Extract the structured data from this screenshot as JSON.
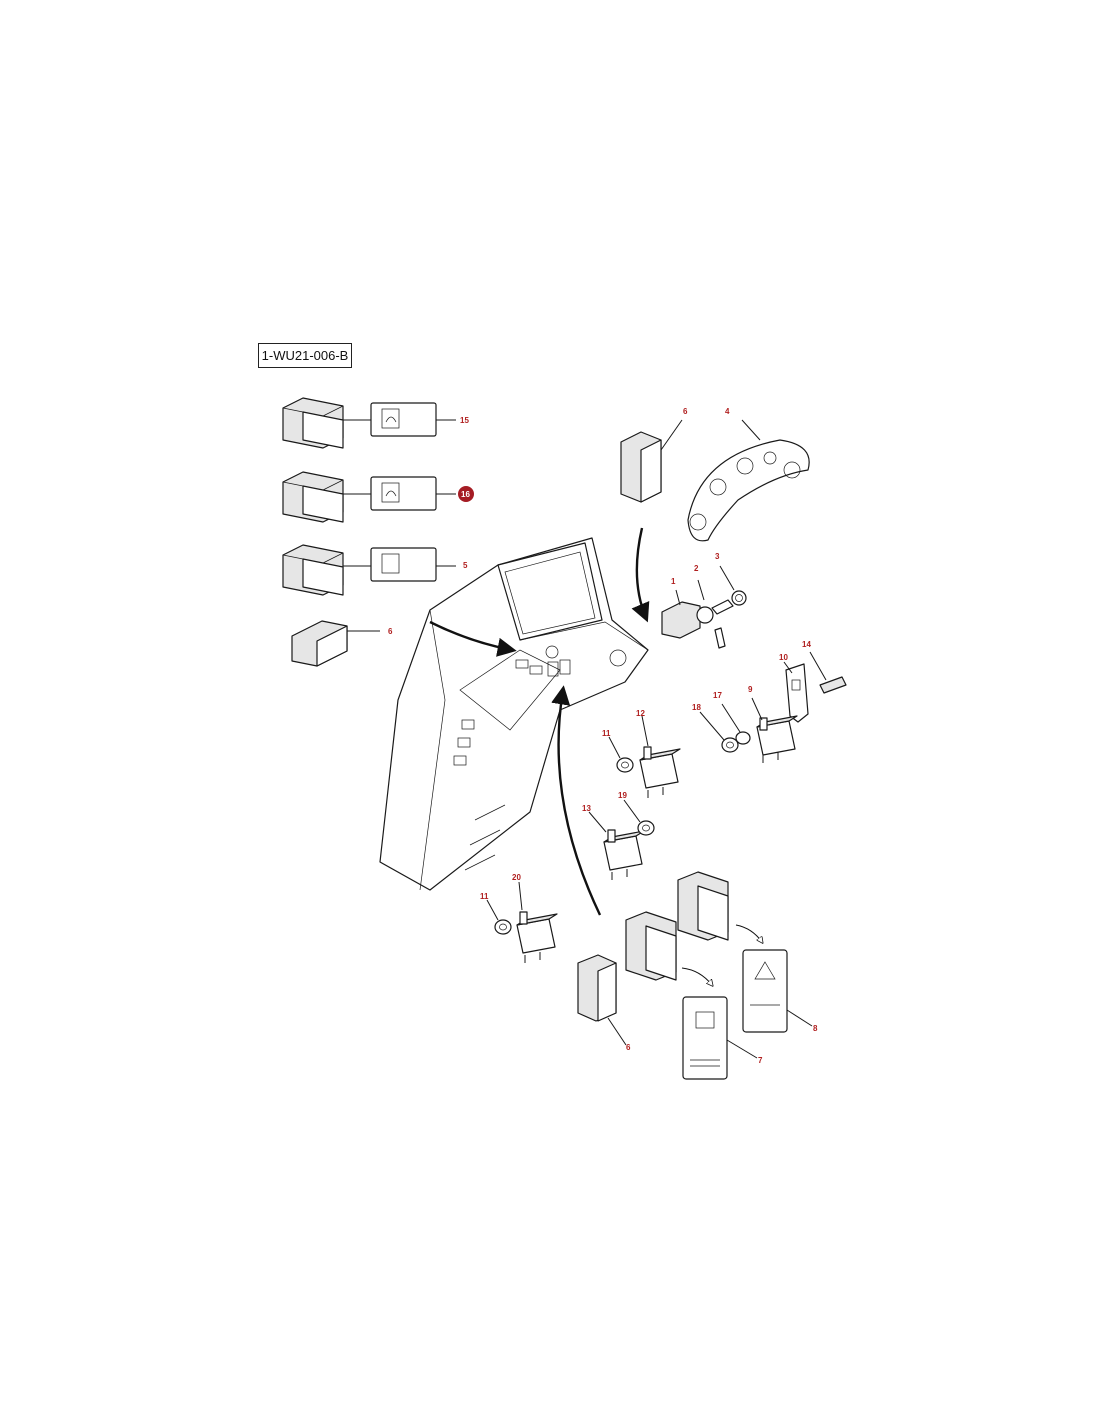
{
  "reference_code": "1-WU21-006-B",
  "callouts": {
    "c1": "1",
    "c2": "2",
    "c3": "3",
    "c4": "4",
    "c5": "5",
    "c6a": "6",
    "c6b": "6",
    "c6c": "6",
    "c7": "7",
    "c8": "8",
    "c9": "9",
    "c10": "10",
    "c11a": "11",
    "c11b": "11",
    "c12": "12",
    "c13": "13",
    "c14": "14",
    "c15": "15",
    "c16": "16",
    "c17": "17",
    "c18": "18",
    "c19": "19",
    "c20": "20"
  },
  "highlight_color": "#a51c24"
}
